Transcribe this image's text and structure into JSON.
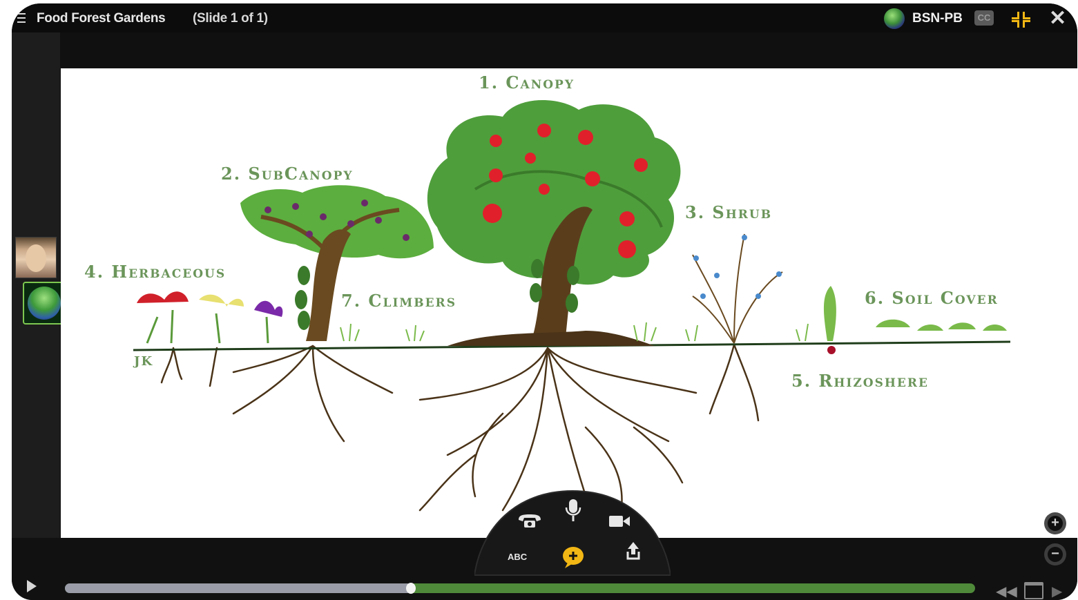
{
  "window": {
    "title": "Food Forest Gardens",
    "slide_indicator": "(Slide 1 of 1)",
    "room_name": "BSN-PB",
    "cc_label": "CC"
  },
  "slide": {
    "labels": {
      "canopy": "1. Canopy",
      "subcanopy": "2. SubCanopy",
      "shrub": "3. Shrub",
      "herbaceous": "4. Herbaceous",
      "climbers": "7. Climbers",
      "soil_cover": "6. Soil Cover",
      "rhizosphere": "5. Rhizoshere",
      "artist_initials": "JK"
    }
  },
  "console": {
    "abc_label": "ABC",
    "icons": [
      "phone-icon",
      "microphone-icon",
      "video-camera-icon",
      "chat-bubble-icon",
      "upload-icon"
    ]
  },
  "playback": {
    "progress_fraction": 0.38
  },
  "colors": {
    "label_green": "#6b955a",
    "accent_yellow": "#f2b714",
    "progress_green": "#4f8a3a",
    "progress_gray": "#9a9ca8"
  }
}
